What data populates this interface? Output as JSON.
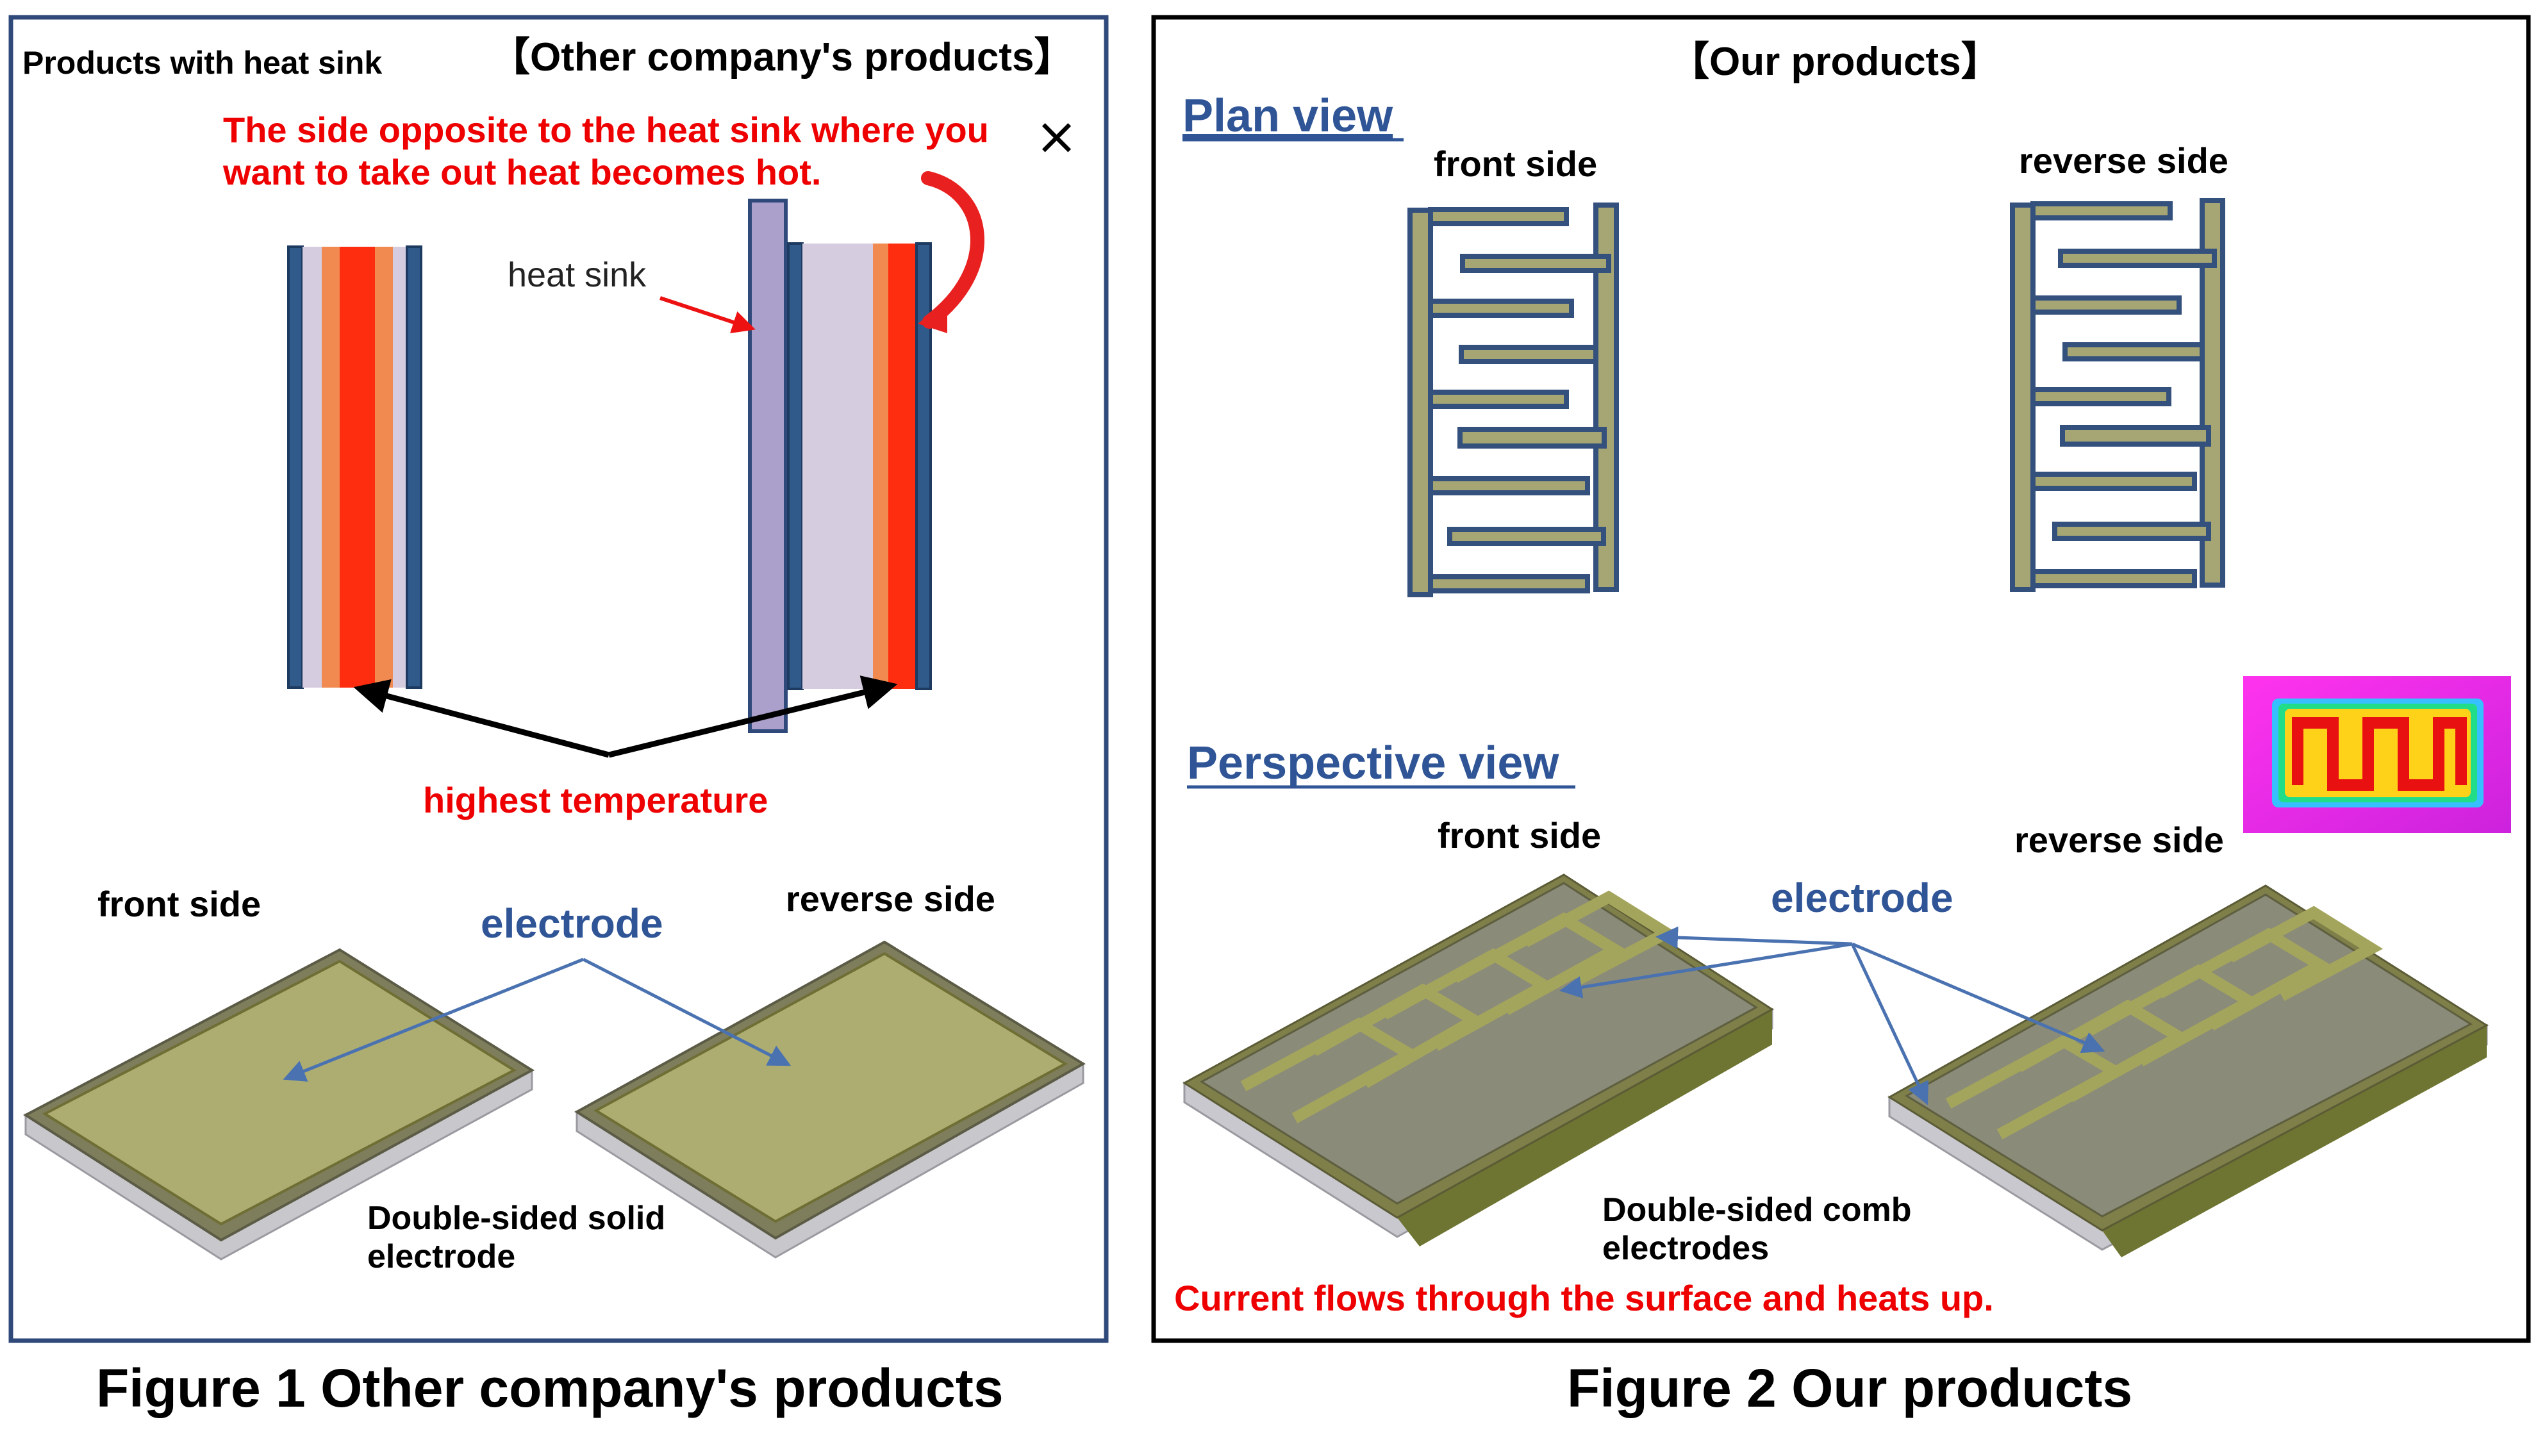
{
  "figure1": {
    "header_left": "Products  with heat sink",
    "header_right": "【Other  company's products】",
    "warning_line1": "The side  opposite to  the heat sink where you",
    "warning_line2": "want  to take out heat becomes hot.",
    "cross_mark": "×",
    "heat_sink_label": "heat sink",
    "highest_temperature": "highest temperature",
    "front_side": "front side",
    "reverse_side": "reverse side",
    "electrode": "electrode",
    "electrode_desc_line1": "Double-sided solid",
    "electrode_desc_line2": "electrode",
    "caption": "Figure 1 Other  company's products"
  },
  "figure2": {
    "header": "【Our products】",
    "plan_view": "Plan view",
    "plan_front": "front side",
    "plan_reverse": "reverse side",
    "perspective_view": "Perspective view",
    "persp_front": "front side",
    "persp_reverse": "reverse side",
    "electrode": "electrode",
    "electrode_desc_line1": "Double-sided comb",
    "electrode_desc_line2": "electrodes",
    "current_note": "Current flows through the surface and heats up.",
    "caption": "Figure 2 Our products"
  },
  "colors": {
    "panel1_border": "#2f4a7a",
    "panel2_border": "#000000",
    "red_text": "#ee0000",
    "blue_text": "#2f5597",
    "electrode_fill": "#adad72",
    "electrode_fill_dark": "#6e6e35",
    "comb_fill": "#a6a574",
    "comb_stroke": "#34507d",
    "heater_red": "#ff2d10",
    "heater_orange": "#f08a50",
    "heat_sink_purple": "#ab9fcc"
  }
}
